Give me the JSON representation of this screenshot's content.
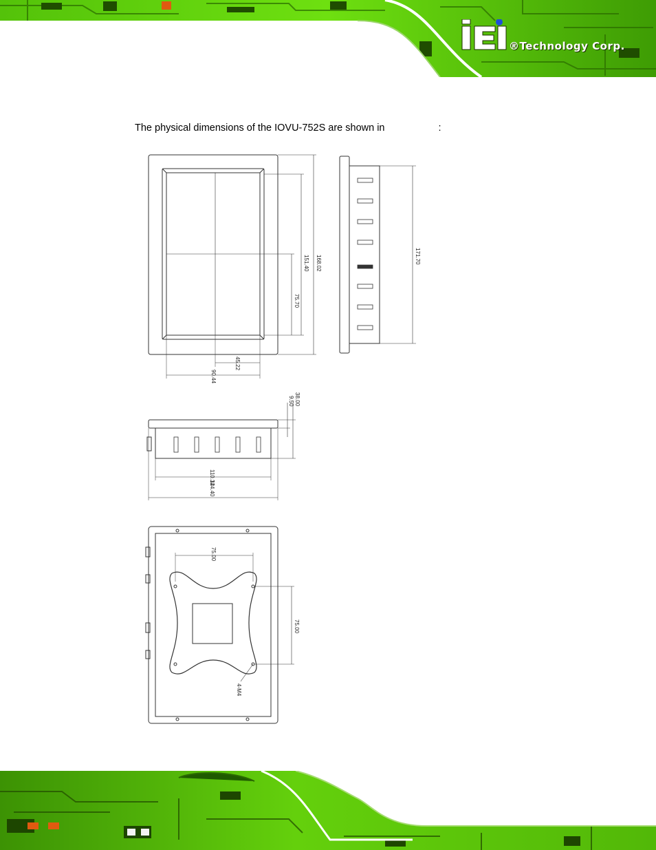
{
  "header": {
    "brand_mark": "iEi",
    "brand_tagline": "®Technology Corp."
  },
  "body": {
    "intro_text": "The physical dimensions of the IOVU-752S are shown in",
    "intro_suffix": ":"
  },
  "drawing": {
    "front_view": {
      "dim_height_outer": "168.02",
      "dim_height_inner": "151.40",
      "dim_half_height": "75.70",
      "dim_half_width": "45.22",
      "dim_width": "90.44"
    },
    "side_view": {
      "dim_height": "171.70"
    },
    "top_view": {
      "dim_depth": "38.00",
      "dim_bezel": "9.50",
      "dim_body_width": "110.34",
      "dim_width": "124.40"
    },
    "rear_view": {
      "dim_vesa_horizontal": "75.00",
      "dim_vesa_vertical": "75.00",
      "dim_holes": "4-M4"
    }
  },
  "colors": {
    "pcb_green": "#62d40a",
    "pcb_dark": "#1f4d00",
    "accent_orange": "#e05a10"
  }
}
